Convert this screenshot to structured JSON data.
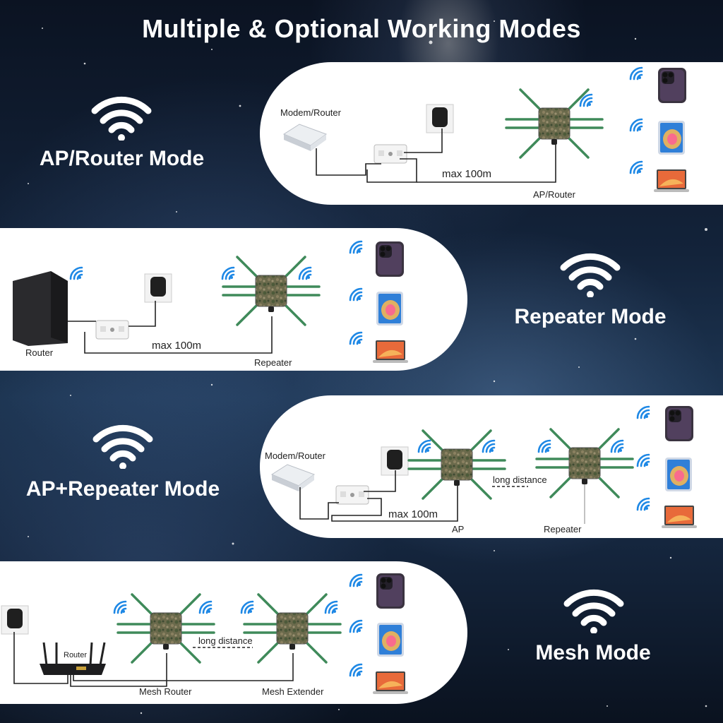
{
  "title": "Multiple & Optional Working Modes",
  "modes": {
    "ap_router": "AP/Router Mode",
    "repeater": "Repeater Mode",
    "ap_repeater": "AP+Repeater Mode",
    "mesh": "Mesh Mode"
  },
  "panel1": {
    "modem": "Modem/Router",
    "distance": "max 100m",
    "device": "AP/Router"
  },
  "panel2": {
    "router": "Router",
    "distance": "max 100m",
    "device": "Repeater"
  },
  "panel3": {
    "modem": "Modem/Router",
    "distance": "max 100m",
    "link": "long distance",
    "ap": "AP",
    "repeater": "Repeater"
  },
  "panel4": {
    "router": "Router",
    "link": "long distance",
    "mesh_router": "Mesh Router",
    "mesh_extender": "Mesh Extender"
  },
  "colors": {
    "wifi_blue": "#1e88e5",
    "antenna_green": "#3f8a5a",
    "camo": "#6b6a4c"
  },
  "icons": [
    "wifi-icon",
    "phone-icon",
    "tablet-icon",
    "laptop-icon",
    "power-adapter-icon",
    "poe-injector-icon",
    "router-icon",
    "access-point-icon"
  ]
}
